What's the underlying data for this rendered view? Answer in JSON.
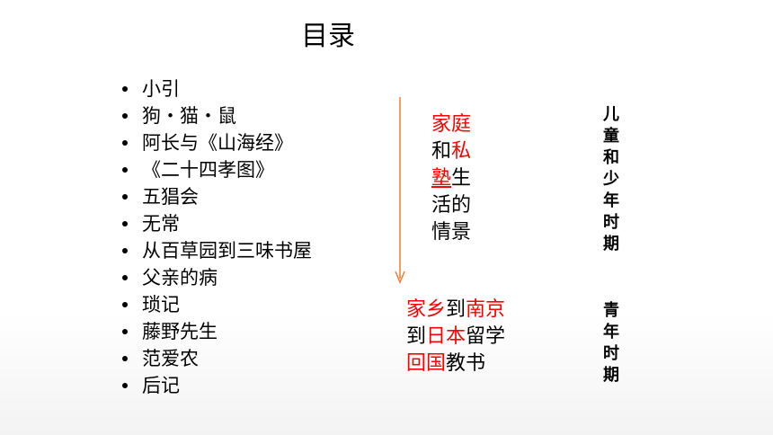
{
  "slide": {
    "title": "目录",
    "toc_items": [
      "小引",
      "狗・猫・鼠",
      "阿长与《山海经》",
      "《二十四孝图》",
      "五猖会",
      "无常",
      "从百草园到三味书屋",
      "父亲的病",
      "琐记",
      "藤野先生",
      "范爱农",
      "后记"
    ],
    "block1": {
      "l1": "家庭",
      "l2a": "和",
      "l2b": "私",
      "l3a": "塾",
      "l3b": "生",
      "l4": "活的",
      "l5": "情景"
    },
    "block2": {
      "l1a": "家乡",
      "l1b": "到",
      "l1c": "南京",
      "l2a": "到",
      "l2b": "日本",
      "l2c": "留学",
      "l3a": "回国",
      "l3b": "教书"
    },
    "period1_chars": [
      "儿",
      "童",
      "和",
      "少",
      "年",
      "时",
      "期"
    ],
    "period2_chars": [
      "青",
      "年",
      "时",
      "期"
    ],
    "colors": {
      "accent": "#ff0000",
      "arrow": "#ed7d31",
      "text": "#000000"
    }
  }
}
